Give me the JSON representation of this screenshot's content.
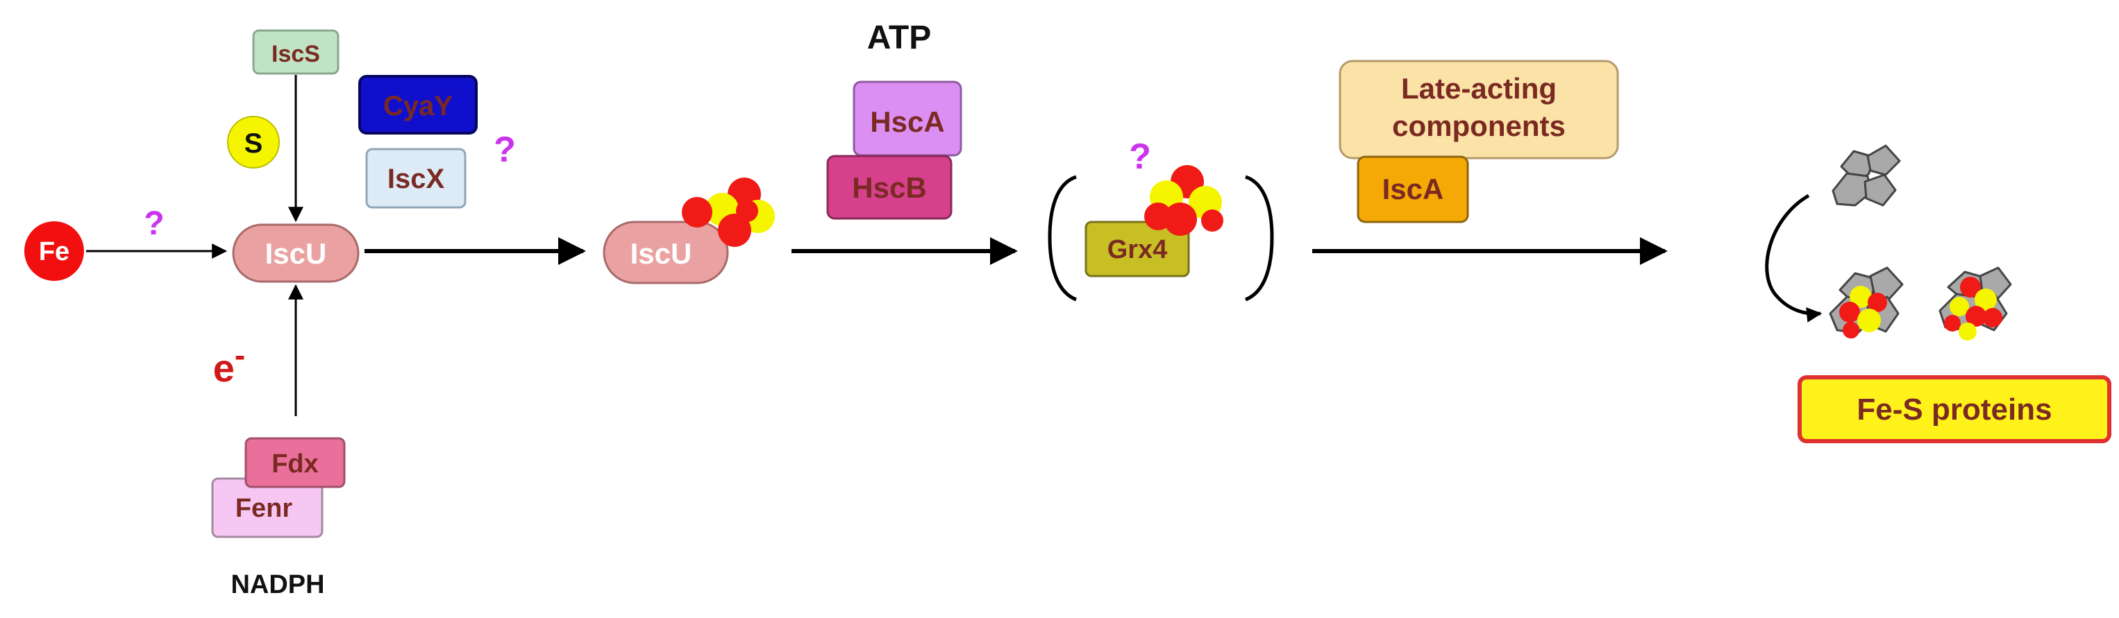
{
  "labels": {
    "fe": "Fe",
    "iscs": "IscS",
    "s": "S",
    "cyay": "CyaY",
    "iscx": "IscX",
    "iscu_1": "IscU",
    "iscu_2": "IscU",
    "e_minus": "e",
    "e_sup": "-",
    "fdx": "Fdx",
    "fenr": "Fenr",
    "nadph": "NADPH",
    "atp": "ATP",
    "hsca": "HscA",
    "hscb": "HscB",
    "grx4": "Grx4",
    "late_line1": "Late-acting",
    "late_line2": "components",
    "isca": "IscA",
    "fes_proteins": "Fe-S proteins",
    "q": "?"
  },
  "colors": {
    "fe_red": "#f20f0f",
    "iron_red": "#f01a16",
    "sulfur_yellow": "#f5f500",
    "question_magenta": "#cc33ee",
    "label_brown": "#7a2a22",
    "e_red": "#d01818",
    "iscs_fill": "#bfe3c4",
    "cyay_fill": "#1010cc",
    "iscx_fill": "#dcebf6",
    "iscu_fill": "#eaa1a1",
    "fdx_fill": "#e8709a",
    "fenr_fill": "#f6c7f2",
    "hsca_fill": "#dc8ff3",
    "hscb_fill": "#d6408c",
    "grx4_fill": "#c8bf25",
    "late_fill": "#fbe2a6",
    "isca_fill": "#f5a905",
    "fes_fill": "#fff21a",
    "fes_border": "#e03030",
    "protein_gray": "#a9a9a9"
  }
}
